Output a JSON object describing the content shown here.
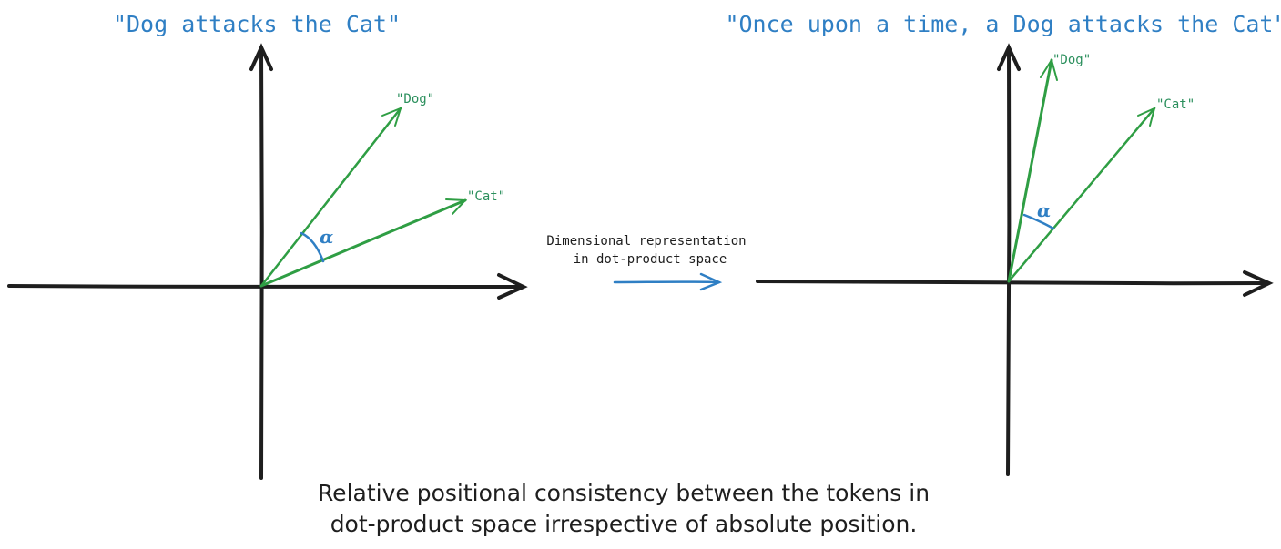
{
  "left_panel": {
    "title": "\"Dog attacks the Cat\"",
    "dog_label": "\"Dog\"",
    "cat_label": "\"Cat\"",
    "angle_label": "α"
  },
  "right_panel": {
    "title": "\"Once upon a time, a Dog attacks the Cat\"",
    "dog_label": "\"Dog\"",
    "cat_label": "\"Cat\"",
    "angle_label": "α"
  },
  "transition": {
    "line1": "Dimensional representation",
    "line2": "in dot-product space"
  },
  "caption": {
    "line1": "Relative positional consistency between the tokens in",
    "line2": "dot-product space irrespective of absolute position."
  },
  "colors": {
    "axis": "#1e1e1e",
    "vector": "#2f9e44",
    "title": "#2f7fc4",
    "angle": "#2f7fc4"
  }
}
